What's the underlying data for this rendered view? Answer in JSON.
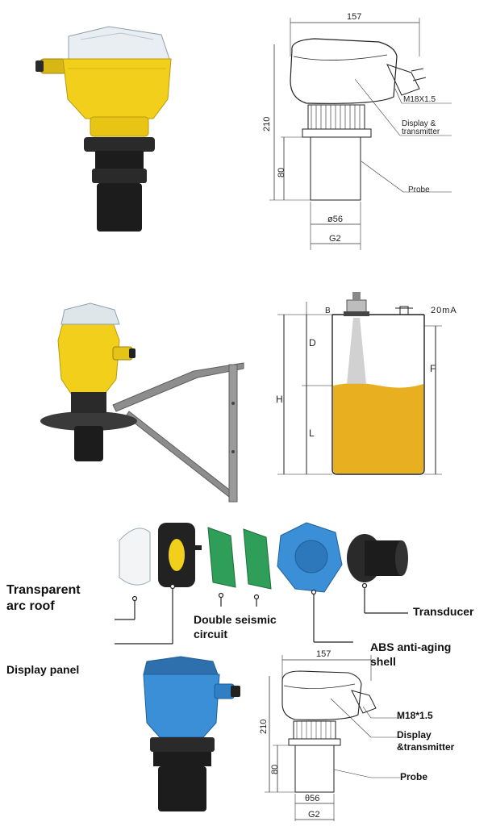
{
  "drawing1": {
    "width_dim": "157",
    "height_dim": "210",
    "probe_dim": "80",
    "thread_label": "M18X1.5",
    "display_label_1": "Display &",
    "display_label_2": "transmitter",
    "probe_label": "Probe",
    "diameter_label": "ø56",
    "thread_bottom_label": "G2"
  },
  "tank": {
    "signal_label": "20mA",
    "label_B": "B",
    "label_D": "D",
    "label_F": "F",
    "label_H": "H",
    "label_L": "L"
  },
  "components": {
    "roof_label_1": "Transparent",
    "roof_label_2": "arc roof",
    "display_panel_label": "Display panel",
    "circuit_label_1": "Double seismic",
    "circuit_label_2": "circuit",
    "shell_label_1": "ABS anti-aging",
    "shell_label_2": "shell",
    "transducer_label": "Transducer"
  },
  "drawing2": {
    "width_dim": "157",
    "height_dim": "210",
    "probe_dim": "80",
    "thread_label": "M18*1.5",
    "display_label_1": "Display",
    "display_label_2": "&transmitter",
    "probe_label": "Probe",
    "diameter_label": "θ56",
    "thread_bottom_label": "G2"
  },
  "colors": {
    "housing_yellow": "#f2cf1a",
    "housing_blue": "#3a8fd6",
    "liquid": "#e8b020",
    "pcb_green": "#2e9e58",
    "probe_black": "#1c1c1c"
  }
}
